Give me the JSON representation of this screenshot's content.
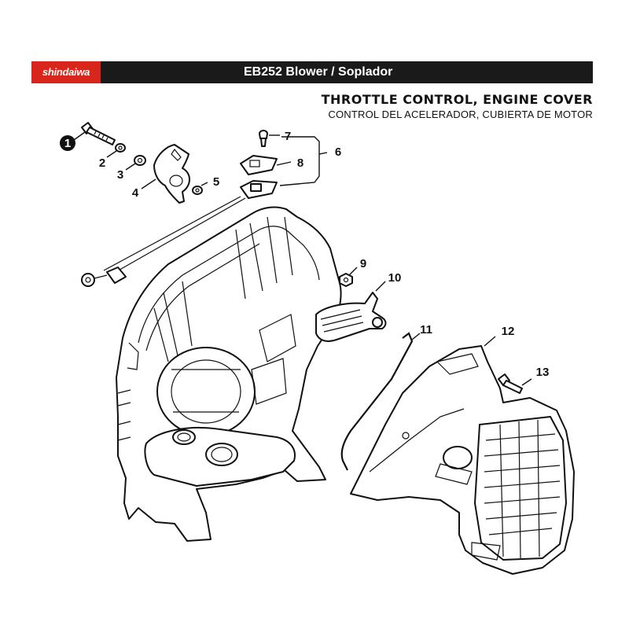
{
  "header": {
    "brand": "shindaiwa",
    "model_title": "EB252 Blower / Soplador",
    "brand_color": "#d9261c",
    "bar_color": "#1a1a1a"
  },
  "section": {
    "title_en": "THROTTLE CONTROL, ENGINE COVER",
    "title_es": "CONTROL DEL ACELERADOR, CUBIERTA DE MOTOR"
  },
  "callouts": [
    "1",
    "2",
    "3",
    "4",
    "5",
    "6",
    "7",
    "8",
    "9",
    "10",
    "11",
    "12",
    "13"
  ]
}
